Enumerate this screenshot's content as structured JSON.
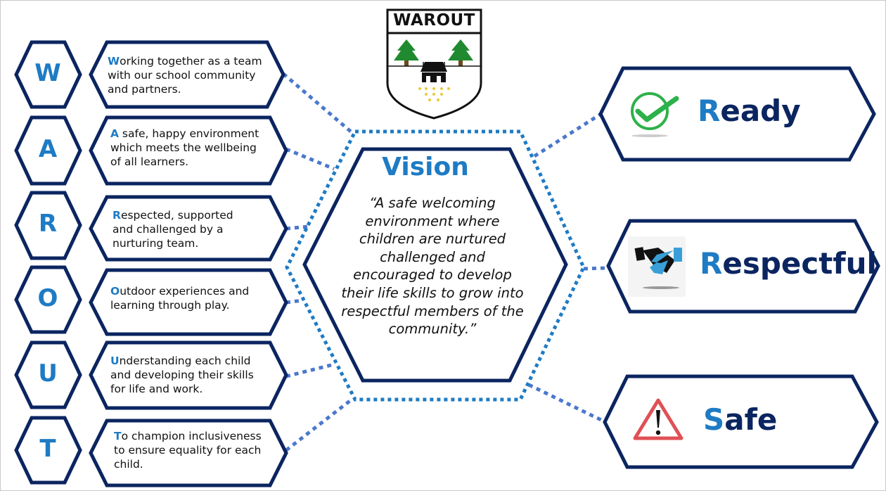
{
  "logo": {
    "title": "WAROUT",
    "colors": {
      "tree": "#1f8a2f",
      "trunk": "#6b4a1e",
      "dots": "#e8c93a",
      "outline": "#111111"
    }
  },
  "acronym": [
    {
      "letter": "W",
      "initial": "W",
      "text": "orking together as a team with our school community and partners."
    },
    {
      "letter": "A",
      "initial": "A",
      "text": " safe, happy environment which meets the wellbeing of all learners."
    },
    {
      "letter": "R",
      "initial": "R",
      "text": "espected, supported and challenged by a nurturing team."
    },
    {
      "letter": "O",
      "initial": "O",
      "text": "utdoor experiences and learning through play."
    },
    {
      "letter": "U",
      "initial": "U",
      "text": "nderstanding each child and developing their skills for life and work."
    },
    {
      "letter": "T",
      "initial": "T",
      "text": "o champion inclusiveness to ensure equality for each child."
    }
  ],
  "vision": {
    "title": "Vision",
    "quote": "“A safe welcoming environment where children are nurtured challenged and encouraged to develop their life skills to grow into respectful members of the community.”"
  },
  "values": [
    {
      "initial": "R",
      "rest": "eady",
      "icon": "check-circle-icon"
    },
    {
      "initial": "R",
      "rest": "espectful",
      "icon": "handshake-icon"
    },
    {
      "initial": "S",
      "rest": "afe",
      "icon": "warning-triangle-icon"
    }
  ],
  "colors": {
    "navy": "#0b2560",
    "accent_blue": "#1e7bc4",
    "connector_blue": "#4a78cc",
    "check_green": "#2db14a",
    "warning_red": "#e05055"
  }
}
